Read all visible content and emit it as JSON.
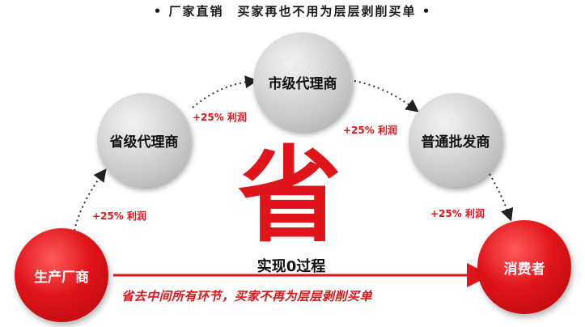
{
  "header": {
    "title": "• 厂家直销　买家再也不用为层层剥削买单 •"
  },
  "nodes": {
    "manufacturer": "生产厂商",
    "provincial_agent": "省级代理商",
    "city_agent": "市级代理商",
    "wholesaler": "普通批发商",
    "consumer": "消费者"
  },
  "profit_labels": [
    "+25% 利润",
    "+25% 利润",
    "+25% 利润",
    "+25% 利润"
  ],
  "center": {
    "big_char": "省",
    "zero_process": "实现0过程",
    "slogan": "省去中间所有环节，买家不再为层层剥削买单"
  },
  "colors": {
    "accent": "#e0141b",
    "node_gray": "#c9c9c9"
  }
}
